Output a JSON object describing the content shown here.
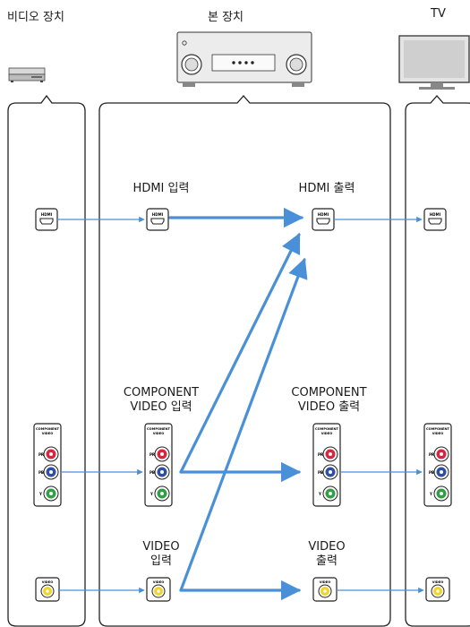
{
  "columns": {
    "video_device": "비디오 장치",
    "main_unit": "본 장치",
    "tv": "TV"
  },
  "labels": {
    "hdmi_in": "HDMI 입력",
    "hdmi_out": "HDMI 출력",
    "component_in_1": "COMPONENT",
    "component_in_2": "VIDEO 입력",
    "component_out_1": "COMPONENT",
    "component_out_2": "VIDEO 출력",
    "video_in_1": "VIDEO",
    "video_in_2": "입력",
    "video_out_1": "VIDEO",
    "video_out_2": "출력"
  },
  "jack_text": {
    "hdmi": "HDMI",
    "component": "COMPONENT",
    "video_word": "VIDEO",
    "pr": "PR",
    "pb": "PB",
    "y": "Y",
    "video": "VIDEO"
  },
  "colors": {
    "arrow_blue": "#4a90d9",
    "outline": "#222222",
    "pr_red": "#d7263d",
    "pb_blue": "#2e4fa3",
    "y_green": "#2f9e44",
    "video_yellow": "#f2d32b"
  }
}
